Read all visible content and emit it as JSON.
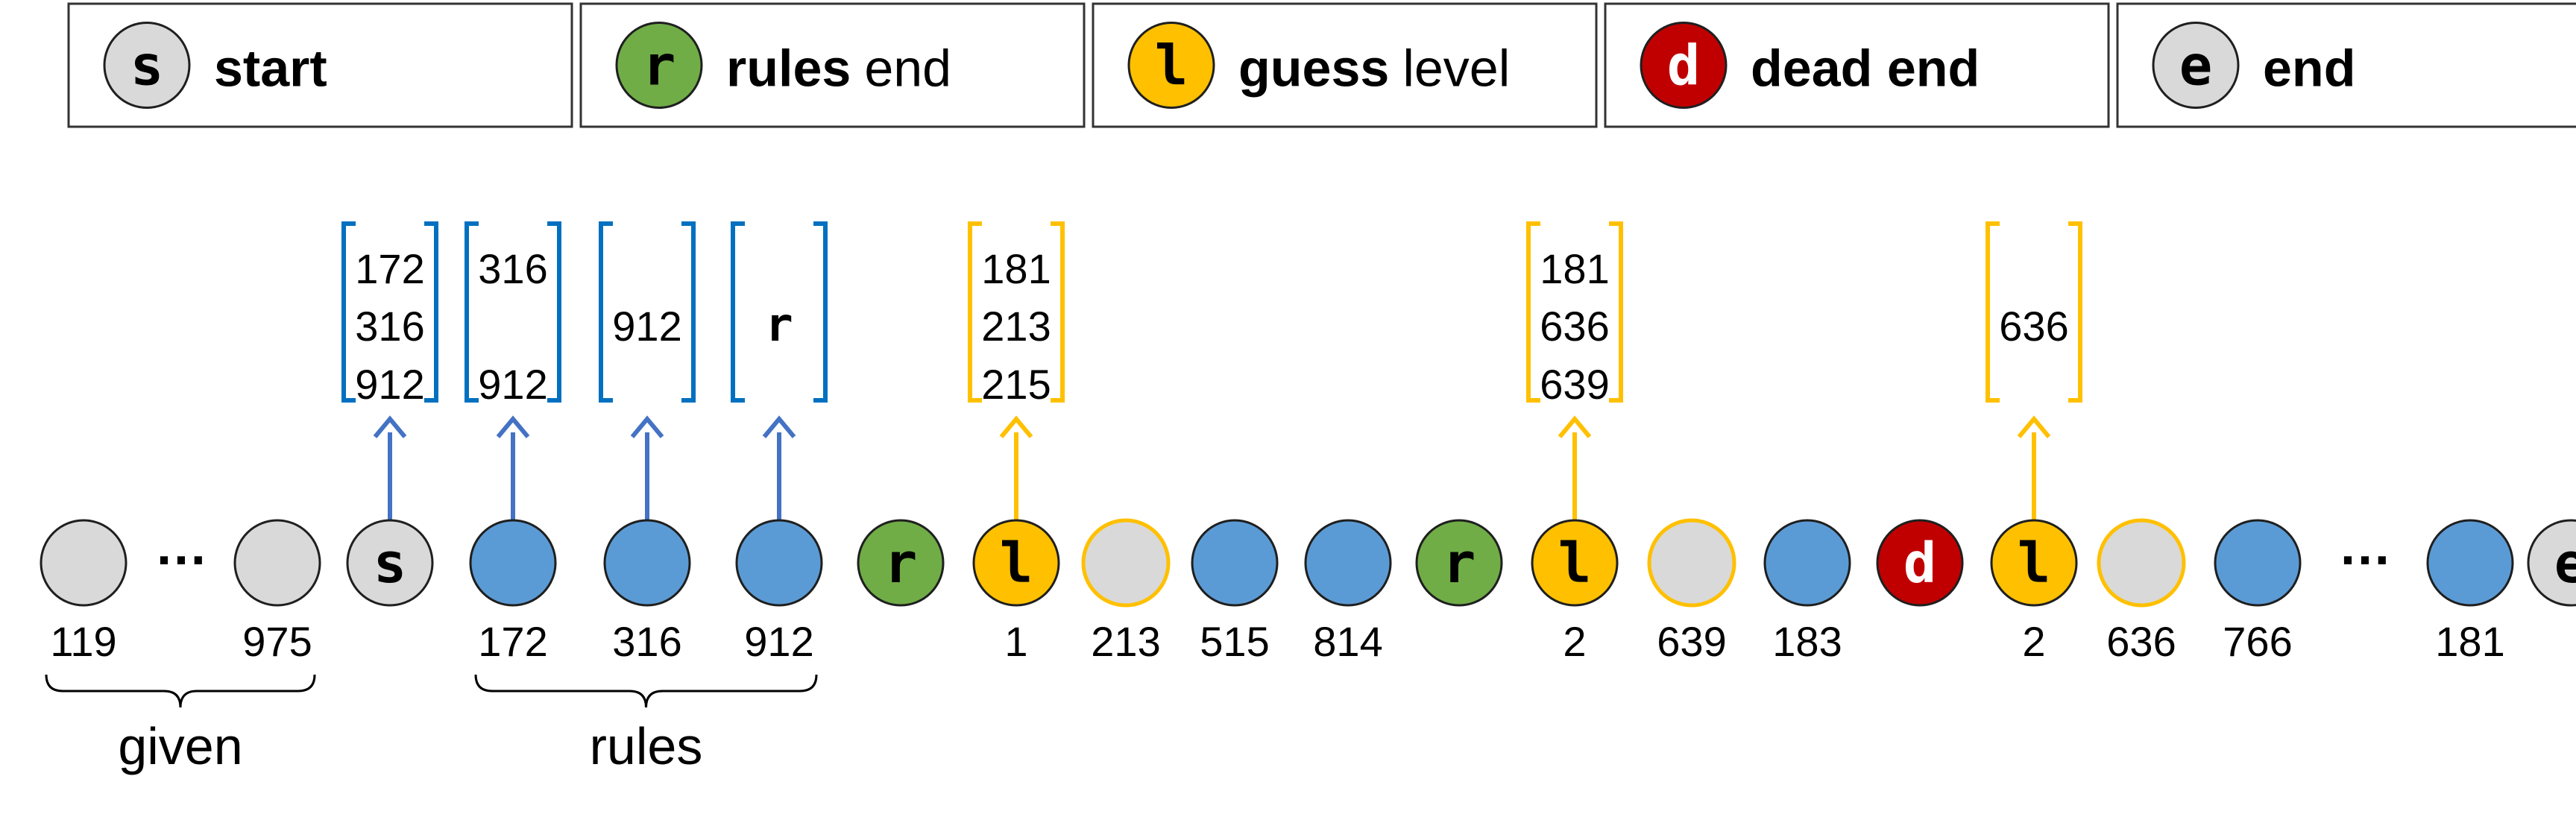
{
  "colors": {
    "gray": "#d9d9d9",
    "blue": "#5b9bd5",
    "green": "#70ad47",
    "yellow": "#ffc000",
    "red": "#c00000",
    "outline": "#1f1f1f",
    "arrow_blue": "#4472c4",
    "bracket_blue": "#0070c0",
    "bracket_yellow": "#ffc000",
    "text": "#000000"
  },
  "legend": [
    {
      "symbol": "s",
      "color": "gray",
      "bold": "start",
      "rest": ""
    },
    {
      "symbol": "r",
      "color": "green",
      "bold": "rules",
      "rest": "end"
    },
    {
      "symbol": "l",
      "color": "yellow",
      "bold": "guess",
      "rest": "level"
    },
    {
      "symbol": "d",
      "color": "red",
      "bold": "dead end",
      "rest": ""
    },
    {
      "symbol": "e",
      "color": "gray",
      "bold": "end",
      "rest": ""
    }
  ],
  "sequence": [
    {
      "kind": "node",
      "fill": "gray",
      "symbol": "",
      "label": "119"
    },
    {
      "kind": "ellipsis",
      "text": "…"
    },
    {
      "kind": "node",
      "fill": "gray",
      "symbol": "",
      "label": "975"
    },
    {
      "kind": "node",
      "fill": "gray",
      "symbol": "s",
      "label": ""
    },
    {
      "kind": "node",
      "fill": "blue",
      "symbol": "",
      "label": "172"
    },
    {
      "kind": "node",
      "fill": "blue",
      "symbol": "",
      "label": "316"
    },
    {
      "kind": "node",
      "fill": "blue",
      "symbol": "",
      "label": "912"
    },
    {
      "kind": "node",
      "fill": "green",
      "symbol": "r",
      "label": ""
    },
    {
      "kind": "node",
      "fill": "yellow",
      "symbol": "l",
      "label": "1"
    },
    {
      "kind": "node",
      "fill": "gray",
      "symbol": "",
      "label": "213",
      "ring": "yellow"
    },
    {
      "kind": "node",
      "fill": "blue",
      "symbol": "",
      "label": "515"
    },
    {
      "kind": "node",
      "fill": "blue",
      "symbol": "",
      "label": "814"
    },
    {
      "kind": "node",
      "fill": "green",
      "symbol": "r",
      "label": ""
    },
    {
      "kind": "node",
      "fill": "yellow",
      "symbol": "l",
      "label": "2"
    },
    {
      "kind": "node",
      "fill": "gray",
      "symbol": "",
      "label": "639",
      "ring": "yellow"
    },
    {
      "kind": "node",
      "fill": "blue",
      "symbol": "",
      "label": "183"
    },
    {
      "kind": "node",
      "fill": "red",
      "symbol": "d",
      "label": ""
    },
    {
      "kind": "node",
      "fill": "yellow",
      "symbol": "l",
      "label": "2"
    },
    {
      "kind": "node",
      "fill": "gray",
      "symbol": "",
      "label": "636",
      "ring": "yellow"
    },
    {
      "kind": "node",
      "fill": "blue",
      "symbol": "",
      "label": "766"
    },
    {
      "kind": "ellipsis",
      "text": "…"
    },
    {
      "kind": "node",
      "fill": "blue",
      "symbol": "",
      "label": "181"
    },
    {
      "kind": "node",
      "fill": "gray",
      "symbol": "e",
      "label": ""
    }
  ],
  "stacks": [
    {
      "anchor": 3,
      "color": "blue",
      "items": [
        "172",
        "316",
        "912"
      ]
    },
    {
      "anchor": 4,
      "color": "blue",
      "items": [
        "316",
        "",
        "912"
      ]
    },
    {
      "anchor": 5,
      "color": "blue",
      "items": [
        "",
        "912",
        ""
      ]
    },
    {
      "anchor": 6,
      "color": "blue",
      "items": [
        "",
        "r",
        ""
      ]
    },
    {
      "anchor": 8,
      "color": "yellow",
      "items": [
        "181",
        "213",
        "215"
      ]
    },
    {
      "anchor": 13,
      "color": "yellow",
      "items": [
        "181",
        "636",
        "639"
      ]
    },
    {
      "anchor": 17,
      "color": "yellow",
      "items": [
        "",
        "636",
        ""
      ]
    }
  ],
  "groups": [
    {
      "from": 0,
      "to": 2,
      "label": "given"
    },
    {
      "from": 4,
      "to": 6,
      "label": "rules"
    }
  ]
}
